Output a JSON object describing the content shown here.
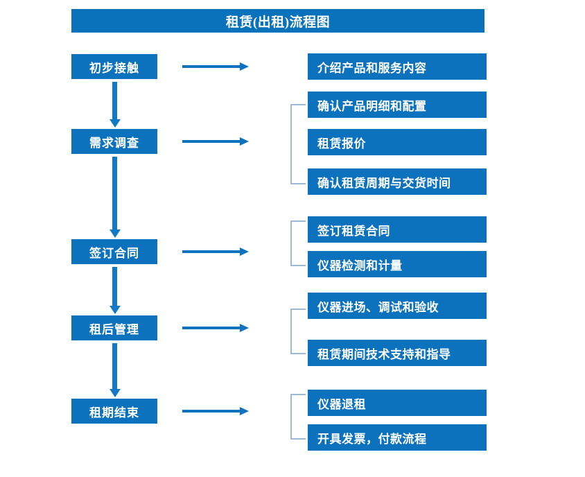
{
  "chart_data": {
    "type": "diagram",
    "title": "租赁(出租)流程图",
    "orientation": "vertical-left-stages-with-right-details"
  },
  "title": {
    "text": "租赁(出租)流程图"
  },
  "stages": [
    {
      "label": "初步接触"
    },
    {
      "label": "需求调查"
    },
    {
      "label": "签订合同"
    },
    {
      "label": "租后管理"
    },
    {
      "label": "租期结束"
    }
  ],
  "details": [
    {
      "label": "介绍产品和服务内容"
    },
    {
      "label": "确认产品明细和配置"
    },
    {
      "label": "租赁报价"
    },
    {
      "label": "确认租赁周期与交货时间"
    },
    {
      "label": "签订租赁合同"
    },
    {
      "label": "仪器检测和计量"
    },
    {
      "label": "仪器进场、调试和验收"
    },
    {
      "label": "租赁期间技术支持和指导"
    },
    {
      "label": "仪器退租"
    },
    {
      "label": "开具发票，付款流程"
    }
  ],
  "groups": [
    {
      "name": "requirement-survey-group",
      "detail_indices": [
        1,
        2,
        3
      ]
    },
    {
      "name": "contract-signing-group",
      "detail_indices": [
        4,
        5
      ]
    },
    {
      "name": "post-rental-group",
      "detail_indices": [
        6,
        7
      ]
    },
    {
      "name": "lease-end-group",
      "detail_indices": [
        8,
        9
      ]
    }
  ],
  "colors": {
    "box_fill": "#0d72bd",
    "title_fill": "#0a72bb",
    "arrow": "#1179c4",
    "bracket": "#9cb9d6",
    "text": "#ffffff",
    "background": "#ffffff"
  }
}
